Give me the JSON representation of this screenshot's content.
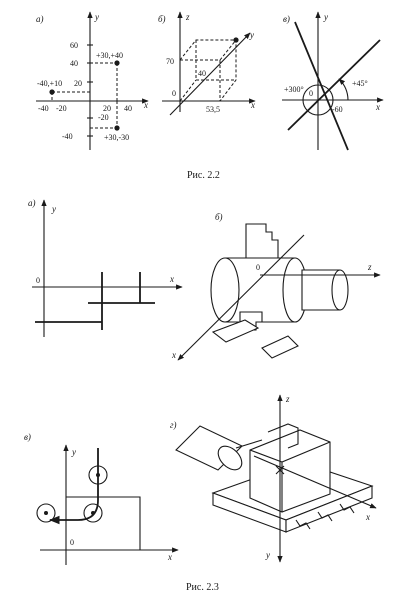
{
  "fig22": {
    "caption": "Рис. 2.2",
    "a": {
      "panel_label": "а)",
      "axis_x": "x",
      "axis_y": "y",
      "ticks_y": [
        "60",
        "40",
        "20",
        "-20",
        "-40"
      ],
      "ticks_x": [
        "-40",
        "-20",
        "20",
        "40"
      ],
      "points": [
        "+30,+40",
        "-40,+10",
        "+30,-30"
      ]
    },
    "b": {
      "panel_label": "б)",
      "axis_x": "x",
      "axis_y": "y",
      "axis_z": "z",
      "dims": [
        "70",
        "40",
        "53,5"
      ],
      "origin": "0"
    },
    "c": {
      "panel_label": "в)",
      "axis_x": "x",
      "axis_y": "y",
      "angles": [
        "+300°",
        "+45°",
        "-60"
      ],
      "origin": "0"
    }
  },
  "fig23": {
    "caption": "Рис. 2.3",
    "a": {
      "panel_label": "а)",
      "axis_x": "x",
      "axis_y": "y",
      "origin": "0"
    },
    "b": {
      "panel_label": "б)",
      "axis_x": "x",
      "axis_z": "z",
      "origin": "0"
    },
    "c": {
      "panel_label": "в)",
      "axis_x": "x",
      "axis_y": "y",
      "origin": "0"
    },
    "d": {
      "panel_label": "г)",
      "axis_x": "x",
      "axis_y": "y",
      "axis_z": "z"
    }
  }
}
